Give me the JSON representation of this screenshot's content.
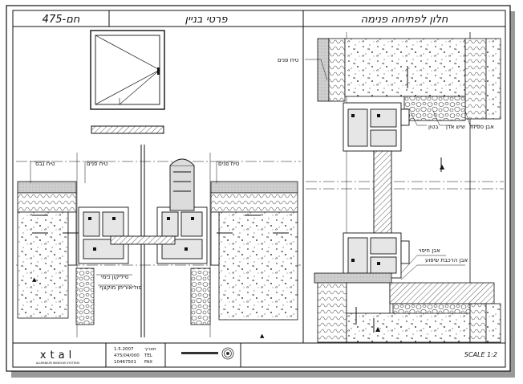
{
  "header": {
    "model": "475-חם",
    "subject": "פרטי בניין",
    "title": "חלון לפתיחה פנימה"
  },
  "labels": {
    "plaster_left": "טיח פנים",
    "plaster_mid": "טיח פנים",
    "plaster_right": "טיח פנים",
    "marble_sill": "שיש אדן",
    "wall_plaster": "בטון",
    "concrete_sill": "אבן ספיות",
    "sealant": "סיליקון כימי",
    "polystyrene": "פוליאוריתן מוקצף",
    "stone_cladding": "אבן חיפוי",
    "drip_bar": "אבן הרכבת שיפוע",
    "gypsum": "טיח גבס"
  },
  "footer": {
    "logo": "xtal",
    "tagline": "ALUMINIUM WINDOW SYSTEMS",
    "date": "1.5.2007",
    "date_label": "תאריך",
    "phone": "475/04/000",
    "phone_label": "TEL",
    "fax": "10467501",
    "fax_label": "FAX",
    "scale": "SCALE 1:2"
  }
}
